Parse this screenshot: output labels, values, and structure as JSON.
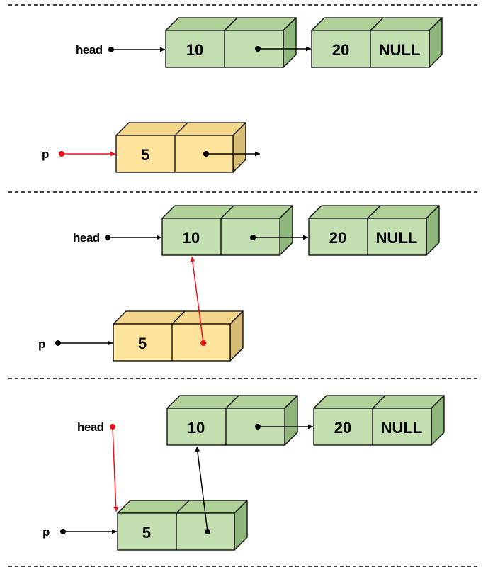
{
  "colors": {
    "green_front": "#c3deb0",
    "green_top": "#b0d197",
    "green_side": "#8fb77b",
    "yellow_front": "#fde39c",
    "yellow_top": "#f4d68a",
    "yellow_side": "#d6bb76",
    "black_arrow": "#000000",
    "red_arrow": "#e8131b"
  },
  "panels": [
    {
      "head_label": "head",
      "p_label": "p",
      "head_node": {
        "value": "10"
      },
      "tail_node": {
        "value": "20",
        "next": "NULL"
      },
      "new_node": {
        "value": "5",
        "fill": "yellow"
      }
    },
    {
      "head_label": "head",
      "p_label": "p",
      "head_node": {
        "value": "10"
      },
      "tail_node": {
        "value": "20",
        "next": "NULL"
      },
      "new_node": {
        "value": "5",
        "fill": "yellow"
      }
    },
    {
      "head_label": "head",
      "p_label": "p",
      "head_node": {
        "value": "10"
      },
      "tail_node": {
        "value": "20",
        "next": "NULL"
      },
      "new_node": {
        "value": "5",
        "fill": "green"
      }
    }
  ]
}
